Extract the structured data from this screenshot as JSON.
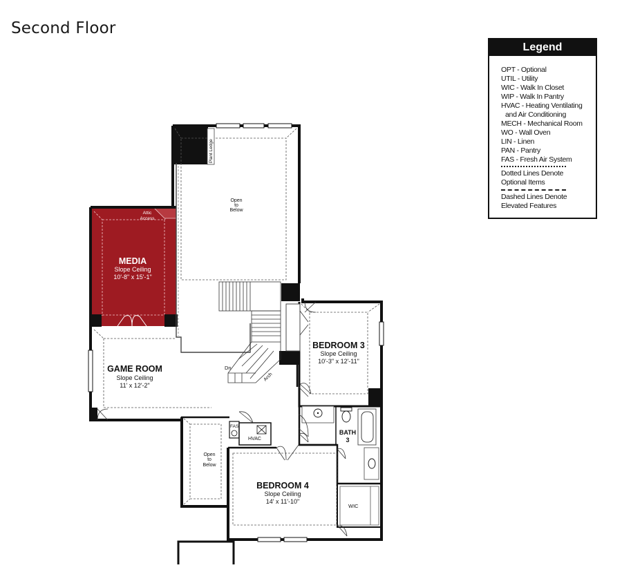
{
  "title": "Second Floor",
  "legend": {
    "header": "Legend",
    "items": [
      "OPT - Optional",
      "UTIL - Utility",
      "WIC - Walk In Closet",
      "WIP - Walk In Pantry",
      "HVAC - Heating Ventilating",
      "and Air Conditioning",
      "MECH - Mechanical Room",
      "WO - Wall Oven",
      "LIN - Linen",
      "PAN - Pantry",
      "FAS - Fresh Air System"
    ],
    "dotted_note": [
      "Dotted Lines Denote",
      "Optional Items"
    ],
    "dashed_note": [
      "Dashed Lines Denote",
      "Elevated Features"
    ]
  },
  "rooms": {
    "media": {
      "name": "MEDIA",
      "ceiling": "Slope Ceiling",
      "size": "10'-8\" x 15'-1\""
    },
    "game_room": {
      "name": "GAME ROOM",
      "ceiling": "Slope Ceiling",
      "size": "11' x 12'-2\""
    },
    "bedroom3": {
      "name": "BEDROOM 3",
      "ceiling": "Slope Ceiling",
      "size": "10'-3\" x 12'-11\""
    },
    "bedroom4": {
      "name": "BEDROOM 4",
      "ceiling": "Slope Ceiling",
      "size": "14' x 11'-10\""
    },
    "bath3": {
      "name": "BATH",
      "number": "3"
    }
  },
  "labels": {
    "attic_access_1": "Attic",
    "attic_access_2": "Access",
    "plant_ledge": "Plant Ledge",
    "open_to_below_1": "Open",
    "open_to_below_2": "to",
    "open_to_below_3": "Below",
    "dn": "Dn",
    "arch": "Arch",
    "fas": "FAS",
    "hvac": "HVAC",
    "wic": "WIC"
  },
  "colors": {
    "media_fill": "#9e1b22",
    "wall": "#111111",
    "line": "#444444"
  }
}
